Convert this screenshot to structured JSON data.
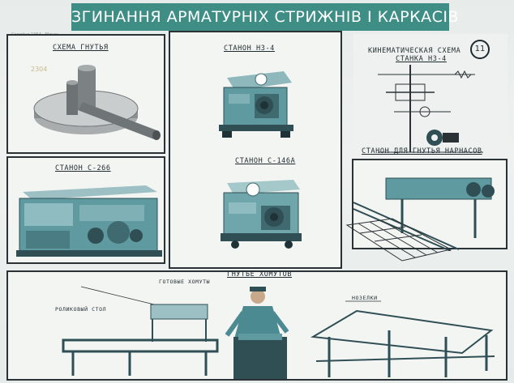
{
  "poster": {
    "title": "ЗГИНАННЯ АРМАТУРНІХ СТРИЖНІВ І КАРКАСІВ",
    "sheet_number": "11",
    "pencil_mark": "Серийно 1954 · Минск"
  },
  "panels": {
    "bending_scheme": {
      "label": "СХЕМА ГНУТЬЯ"
    },
    "machine_nz4": {
      "label": "СТАНОН НЗ-4"
    },
    "kinematic_scheme": {
      "label": "КИНЕМАТИЧЕСКАЯ СХЕМА",
      "sublabel": "СТАНКА НЗ-4"
    },
    "machine_c266": {
      "label": "СТАНОН С-266"
    },
    "machine_c146a": {
      "label": "СТАНОН С-146А"
    },
    "frame_bending_machine": {
      "label": "СТАНОН ДЛЯ ГНУТЬЯ НАРНАСОВ"
    },
    "bent_stirrups": {
      "label": "ГНУТЬЕ ХОМУТОВ",
      "callout_finished": "ГОТОВЫЕ ХОМУТЫ",
      "callout_roller_table": "РОЛИКОВЫЙ СТОЛ",
      "callout_trestles": "НОЗЕЛКИ"
    }
  },
  "colors": {
    "banner": "#3f8e86",
    "panel_border": "#2b3236",
    "machine_teal": "#5f9aa0",
    "machine_dark": "#2f4f55"
  }
}
